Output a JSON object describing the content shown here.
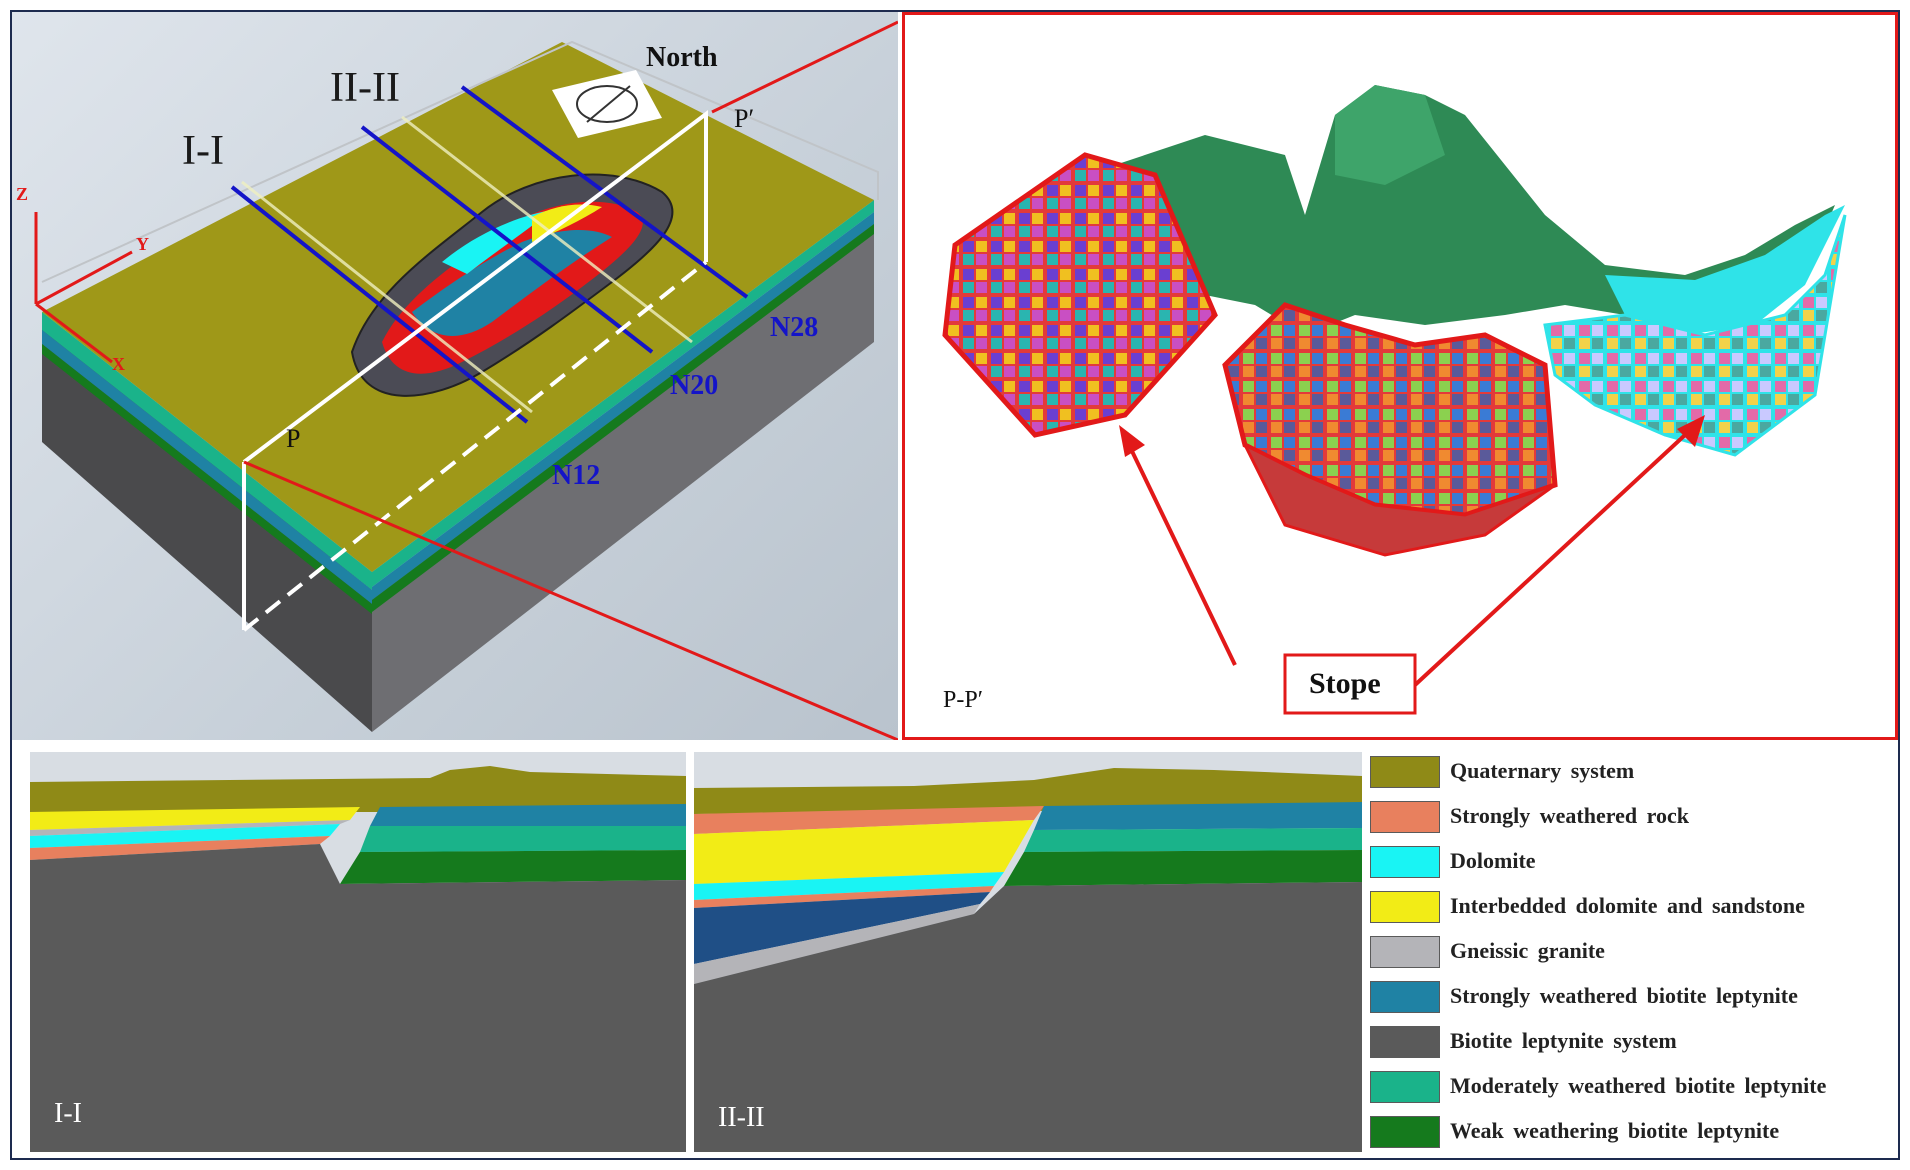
{
  "model_3d": {
    "north_label": "North",
    "section_labels": [
      "I-I",
      "II-II"
    ],
    "point_p": "P",
    "point_p_prime": "P′",
    "lines": [
      "N12",
      "N20",
      "N28"
    ],
    "axes": {
      "x": "X",
      "y": "Y",
      "z": "Z"
    }
  },
  "profile_view": {
    "caption": "P-P′",
    "stope_label": "Stope"
  },
  "sections": {
    "left_label": "I-I",
    "right_label": "II-II"
  },
  "legend": [
    {
      "label": "Quaternary system",
      "color": "#8f8a17"
    },
    {
      "label": "Strongly weathered rock",
      "color": "#e8805e"
    },
    {
      "label": "Dolomite",
      "color": "#19f4f4"
    },
    {
      "label": "Interbedded dolomite and sandstone",
      "color": "#f2ec16"
    },
    {
      "label": "Gneissic granite",
      "color": "#b4b4b8"
    },
    {
      "label": "Strongly weathered biotite leptynite",
      "color": "#1f82a4"
    },
    {
      "label": "Biotite leptynite system",
      "color": "#5a5a5a"
    },
    {
      "label": "Moderately weathered biotite leptynite",
      "color": "#1ab38a"
    },
    {
      "label": "Weak weathering biotite leptynite",
      "color": "#157a1d"
    }
  ],
  "colors": {
    "frame": "#1d2b4f",
    "highlight": "#e2151d",
    "section_line": "#1414c8"
  }
}
